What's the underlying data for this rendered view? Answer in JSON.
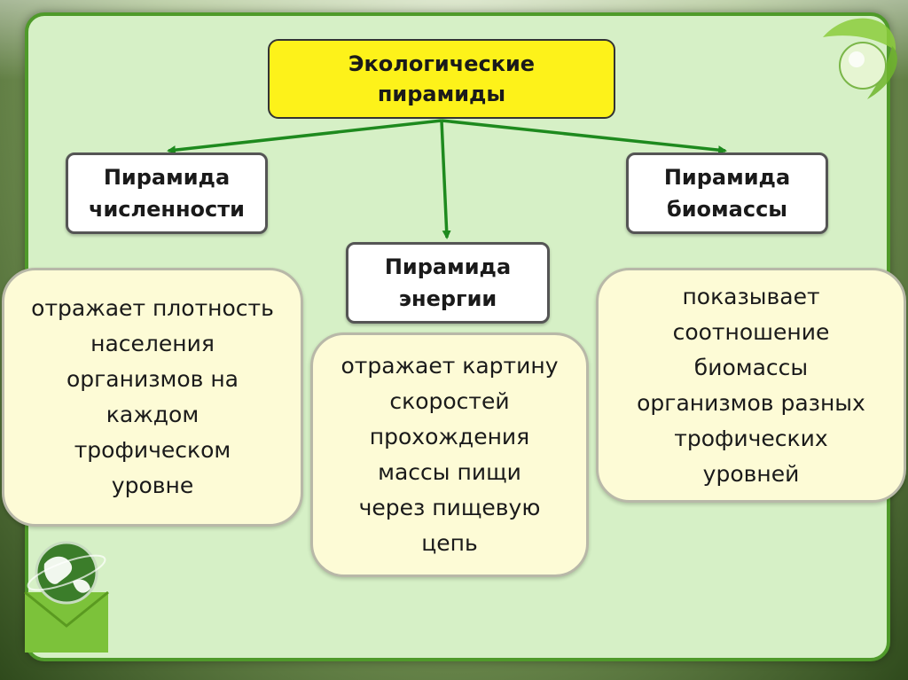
{
  "diagram": {
    "title": "Экологические\nпирамиды",
    "types": {
      "numbers": "Пирамида\nчисленности",
      "energy": "Пирамида\nэнергии",
      "biomass": "Пирамида\nбиомассы"
    },
    "descriptions": {
      "numbers": "отражает плотность\nнаселения\nорганизмов на\nкаждом\nтрофическом\nуровне",
      "energy": "отражает картину\nскоростей\nпрохождения\nмассы пищи\nчерез пищевую\nцепь",
      "biomass": "показывает\nсоотношение\nбиомассы\nорганизмов разных\nтрофических\nуровней"
    },
    "colors": {
      "panel": "#d6f0c6",
      "panel_border": "#4f9a2a",
      "title_fill": "#fdf21a",
      "arrow": "#1e8a1e",
      "description_fill": "#fdfbd6"
    }
  }
}
